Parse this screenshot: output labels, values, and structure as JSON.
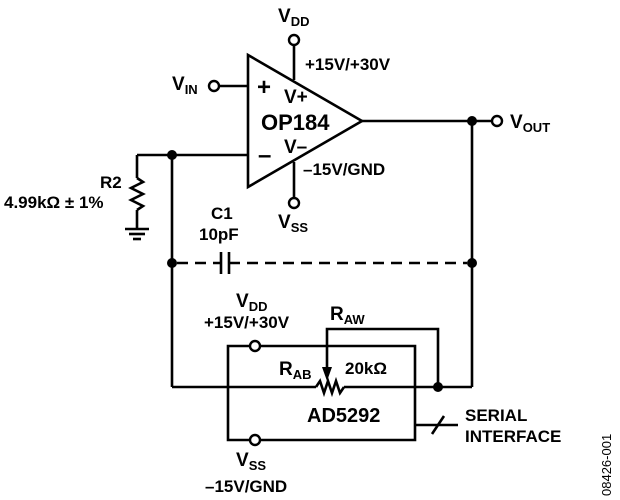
{
  "schematic": {
    "opamp": {
      "part": "OP184",
      "plus_sign": "+",
      "minus_sign": "–",
      "vplus_label": "V+",
      "vminus_label": "V–"
    },
    "vin": {
      "main": "V",
      "sub": "IN"
    },
    "vout": {
      "main": "V",
      "sub": "OUT"
    },
    "opamp_vdd": {
      "main": "V",
      "sub": "DD",
      "voltage": "+15V/+30V"
    },
    "opamp_vss": {
      "main": "V",
      "sub": "SS",
      "voltage": "–15V/GND"
    },
    "r2": {
      "name": "R2",
      "value": "4.99kΩ ± 1%"
    },
    "c1": {
      "name": "C1",
      "value": "10pF"
    },
    "digipot": {
      "part": "AD5292",
      "rab": {
        "main": "R",
        "sub": "AB"
      },
      "raw": {
        "main": "R",
        "sub": "AW"
      },
      "resistance": "20kΩ",
      "vdd": {
        "main": "V",
        "sub": "DD",
        "voltage": "+15V/+30V"
      },
      "vss": {
        "main": "V",
        "sub": "SS",
        "voltage": "–15V/GND"
      }
    },
    "serial_interface": {
      "line1": "SERIAL",
      "line2": "INTERFACE"
    },
    "figure_id": "08426-001"
  }
}
